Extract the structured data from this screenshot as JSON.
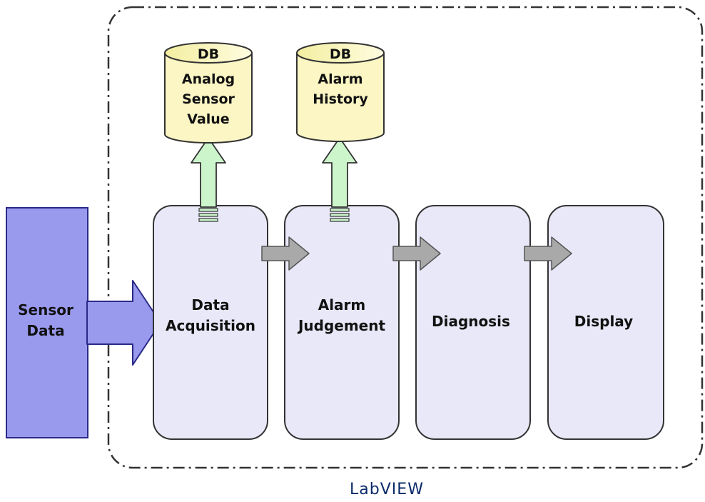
{
  "sensor": {
    "line1": "Sensor",
    "line2": "Data"
  },
  "processes": [
    {
      "line1": "Data",
      "line2": "Acquisition"
    },
    {
      "line1": "Alarm",
      "line2": "Judgement"
    },
    {
      "line1": "Diagnosis"
    },
    {
      "line1": "Display"
    }
  ],
  "databases": [
    {
      "line1": "DB",
      "line2": "Analog",
      "line3": "Sensor",
      "line4": "Value"
    },
    {
      "line1": "DB",
      "line2": "Alarm",
      "line3": "History"
    }
  ],
  "container": {
    "label": "LabVIEW"
  },
  "colors": {
    "sensor_fill": "#9999ee",
    "process_fill": "#e8e8f8",
    "db_fill": "#fbf6c4",
    "up_arrow_fill": "#ccf5cc",
    "flow_arrow_fill": "#a9a9a9",
    "container_label": "#0a2a6a"
  }
}
